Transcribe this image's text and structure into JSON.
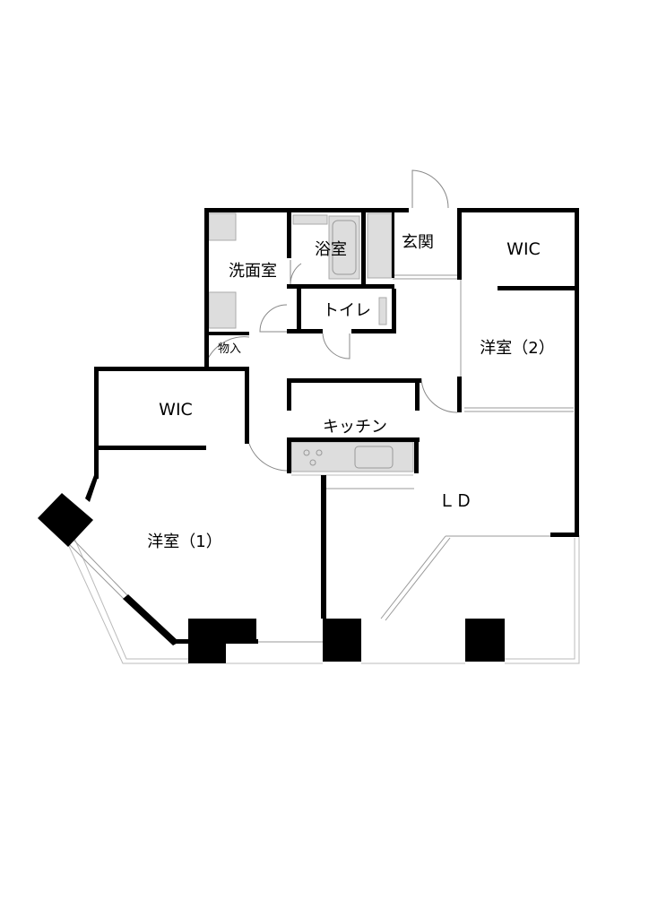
{
  "rooms": {
    "washroom": "洗面室",
    "bath": "浴室",
    "entrance": "玄関",
    "wic_top": "WIC",
    "toilet": "トイレ",
    "storage": "物入",
    "western2": "洋室（2）",
    "wic_left": "WIC",
    "kitchen": "キッチン",
    "ld": "ＬＤ",
    "western1": "洋室（1）"
  },
  "colors": {
    "wall": "#000000",
    "fixture": "#dddddd",
    "line": "#999999"
  }
}
